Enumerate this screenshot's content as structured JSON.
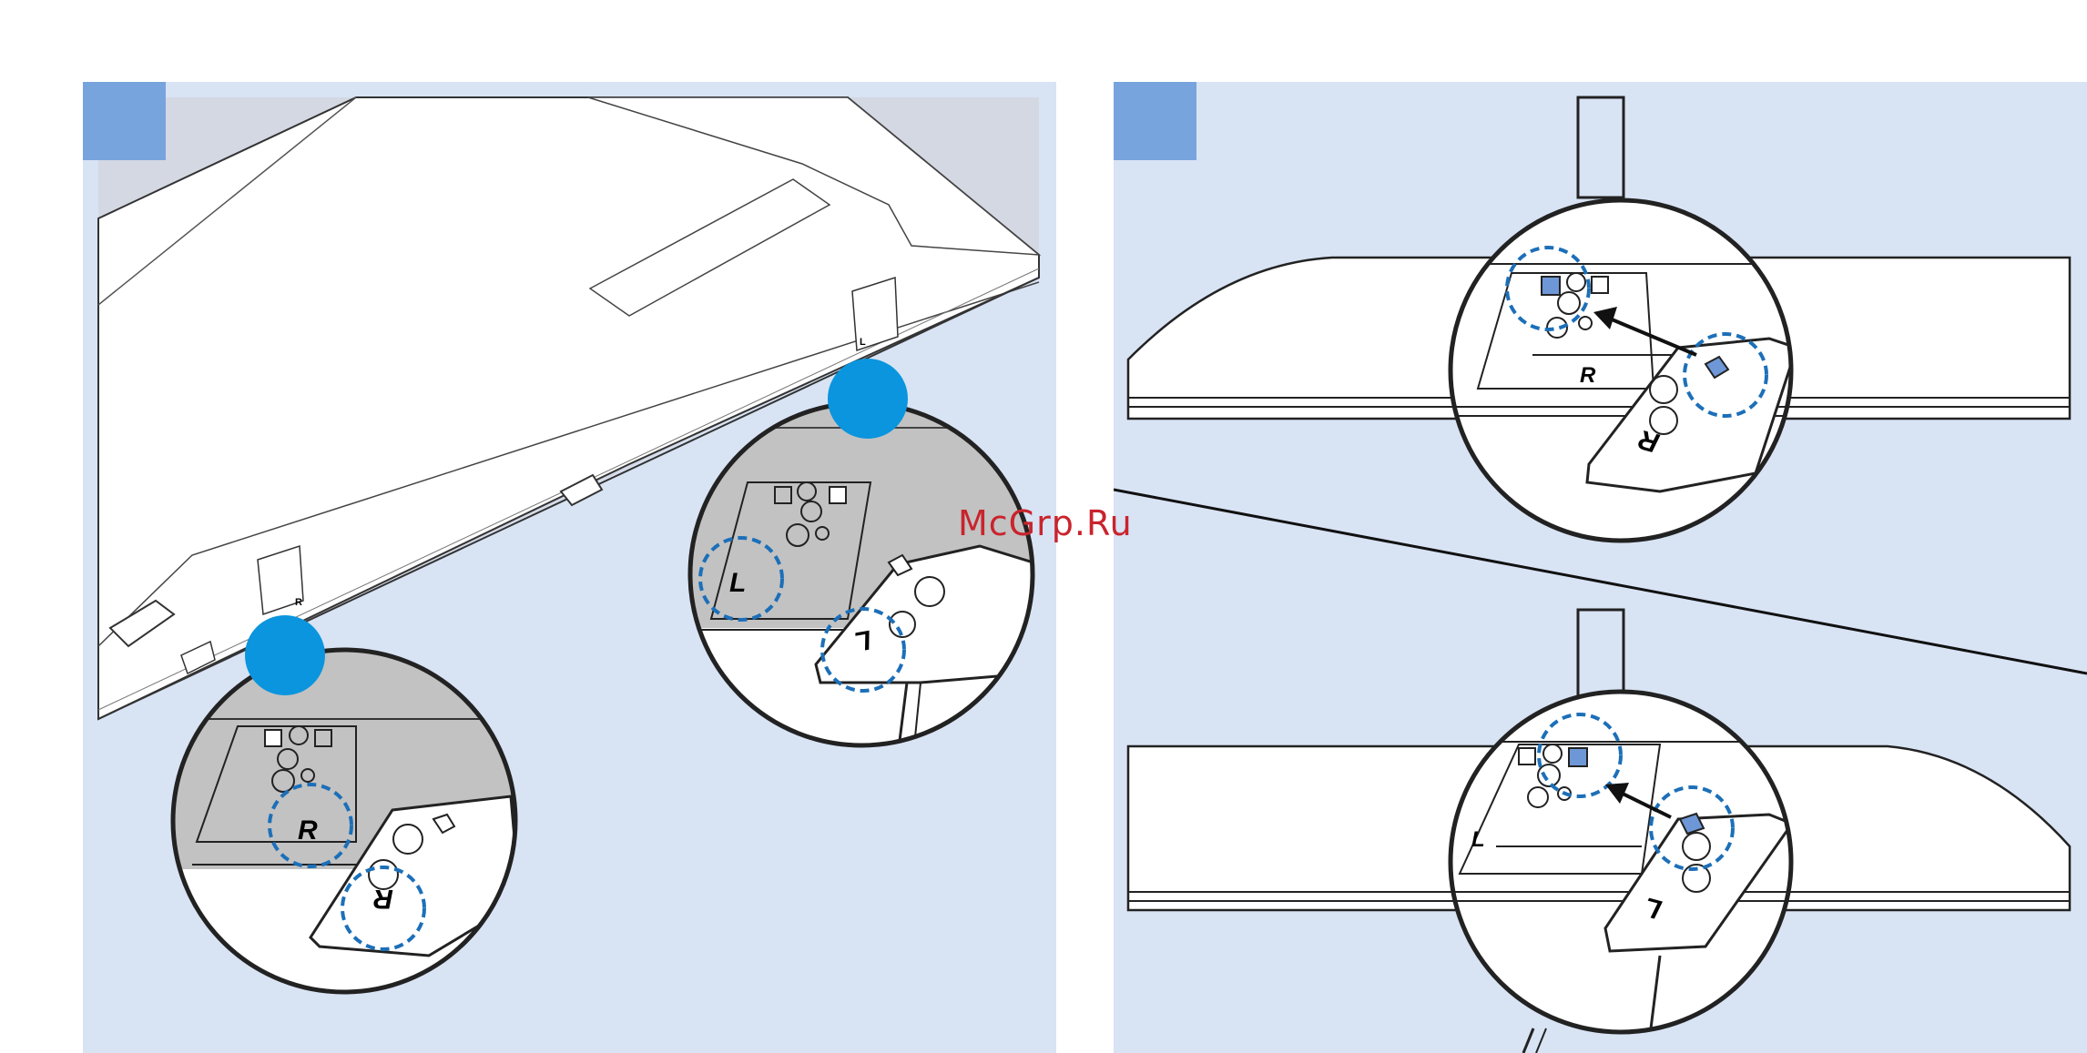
{
  "watermark": "McGrp.Ru",
  "colors": {
    "panel_bg": "#d8e3f4",
    "step_badge": "#78a4dd",
    "callout_dot": "#0a95de",
    "highlight_ring": "#1c6fb8",
    "tab_highlight": "#6d97d6",
    "outline": "#222222",
    "gray_area": "#c2c2c2"
  },
  "left_panel": {
    "tv_labels": {
      "left_side": "L",
      "right_side": "R"
    },
    "callout_right": {
      "label": "R",
      "stand_label": "R"
    },
    "callout_left": {
      "label": "L",
      "stand_label": "L"
    }
  },
  "right_panel": {
    "top_detail": {
      "label": "R",
      "stand_label": "R"
    },
    "bottom_detail": {
      "label": "L",
      "stand_label": "L"
    }
  }
}
